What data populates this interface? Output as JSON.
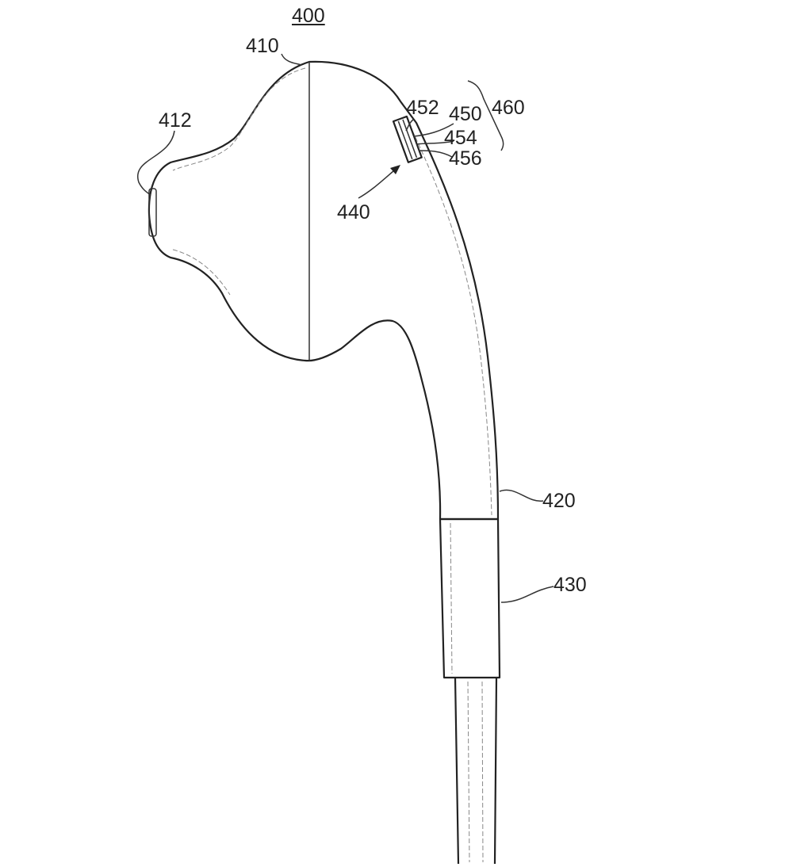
{
  "figure": {
    "number": "400",
    "labels": {
      "head": "410",
      "nozzle": "412",
      "stem": "420",
      "sleeve": "430",
      "region": "440",
      "sensor": "450",
      "layer_a": "452",
      "layer_b": "454",
      "layer_c": "456",
      "assembly": "460"
    }
  }
}
